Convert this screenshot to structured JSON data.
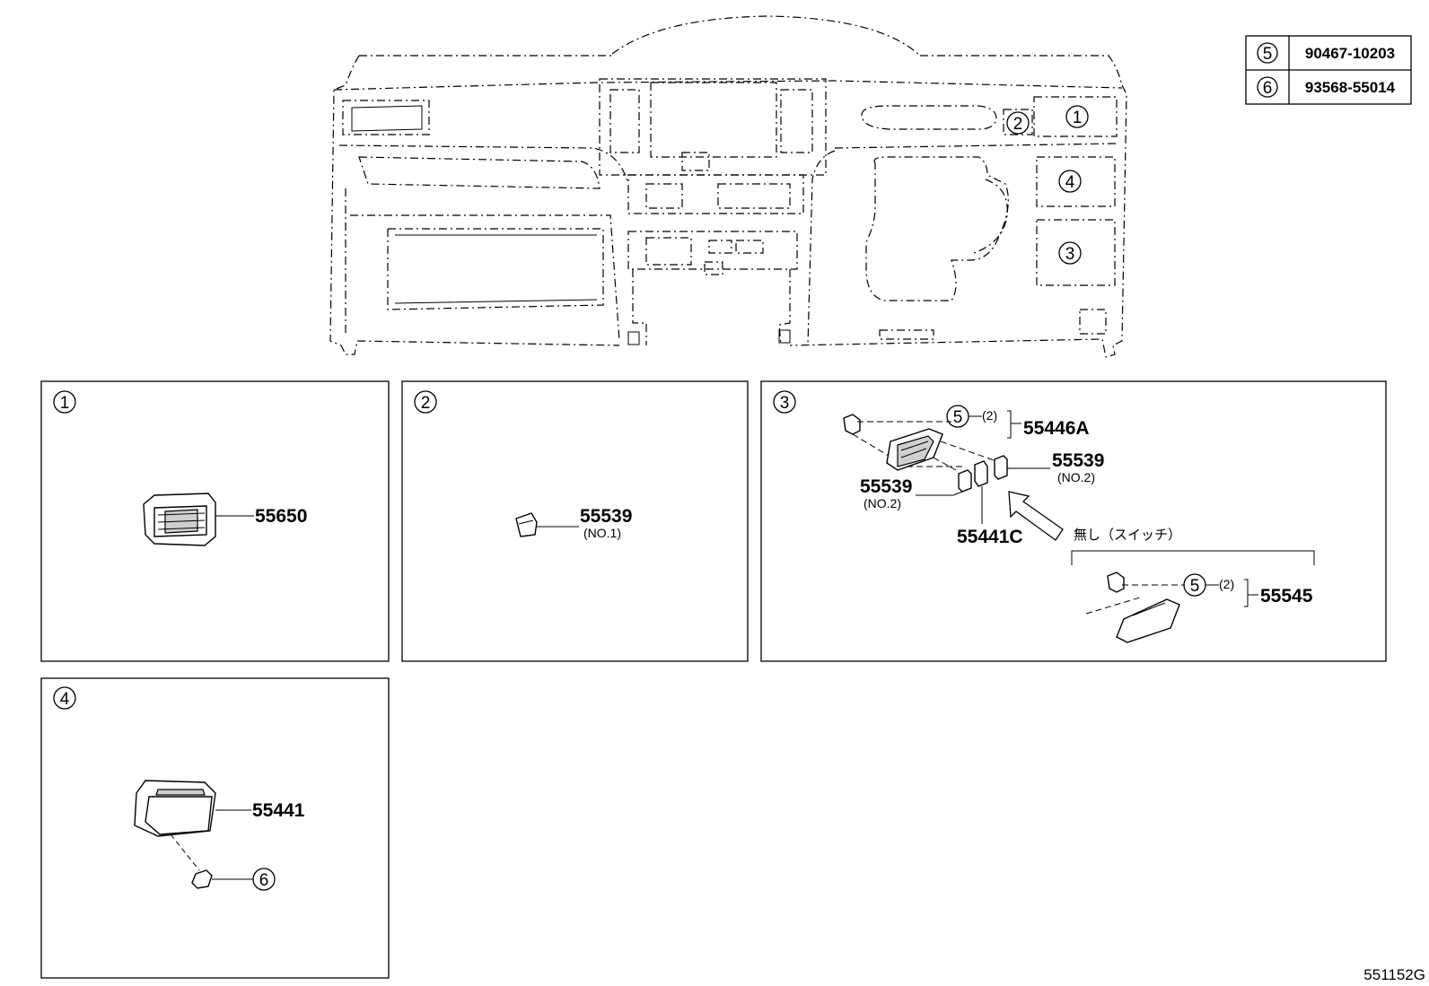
{
  "legend": [
    {
      "ref": "5",
      "part": "90467-10203"
    },
    {
      "ref": "6",
      "part": "93568-55014"
    }
  ],
  "overview_callouts": [
    "1",
    "2",
    "3",
    "4"
  ],
  "panels": {
    "p1": {
      "ref": "1",
      "part": "55650"
    },
    "p2": {
      "ref": "2",
      "part": "55539",
      "note": "(NO.1)"
    },
    "p3": {
      "ref": "3",
      "upper_clip_ref": "5",
      "upper_qty": "(2)",
      "upper_part": "55446A",
      "right_clip_part": "55539",
      "right_clip_note": "(NO.2)",
      "left_clip_part": "55539",
      "left_clip_note": "(NO.2)",
      "center_part": "55441C",
      "variant_label": "無し（スイッチ）",
      "lower_clip_ref": "5",
      "lower_qty": "(2)",
      "lower_part": "55545"
    },
    "p4": {
      "ref": "4",
      "part": "55441",
      "screw_ref": "6"
    }
  },
  "diagram_code": "551152G"
}
